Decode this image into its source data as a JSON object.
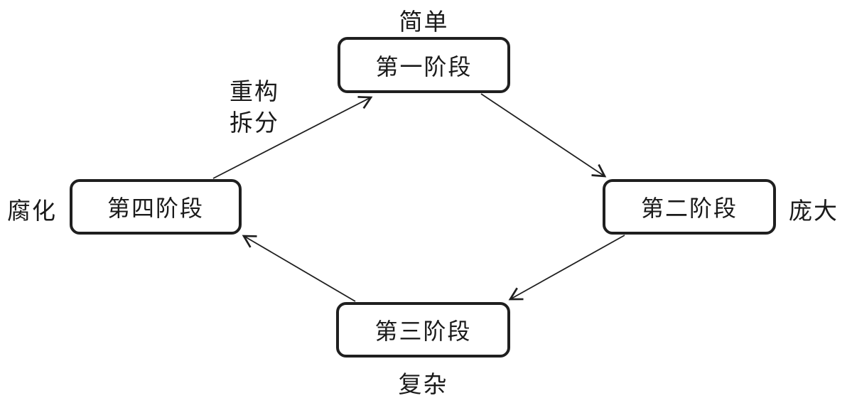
{
  "diagram": {
    "type": "cycle-flow",
    "nodes": [
      {
        "id": "stage1",
        "label": "第一阶段"
      },
      {
        "id": "stage2",
        "label": "第二阶段"
      },
      {
        "id": "stage3",
        "label": "第三阶段"
      },
      {
        "id": "stage4",
        "label": "第四阶段"
      }
    ],
    "annotations": {
      "stage1": "简单",
      "stage2": "庞大",
      "stage3": "复杂",
      "stage4": "腐化"
    },
    "edge_label": {
      "line1": "重构",
      "line2": "拆分"
    },
    "edges": [
      {
        "from": "stage1",
        "to": "stage2",
        "label": ""
      },
      {
        "from": "stage2",
        "to": "stage3",
        "label": ""
      },
      {
        "from": "stage3",
        "to": "stage4",
        "label": ""
      },
      {
        "from": "stage4",
        "to": "stage1",
        "label": "重构 拆分"
      }
    ],
    "colors": {
      "stroke": "#1f1f1f",
      "background": "#ffffff",
      "text": "#1a1a1a"
    }
  }
}
